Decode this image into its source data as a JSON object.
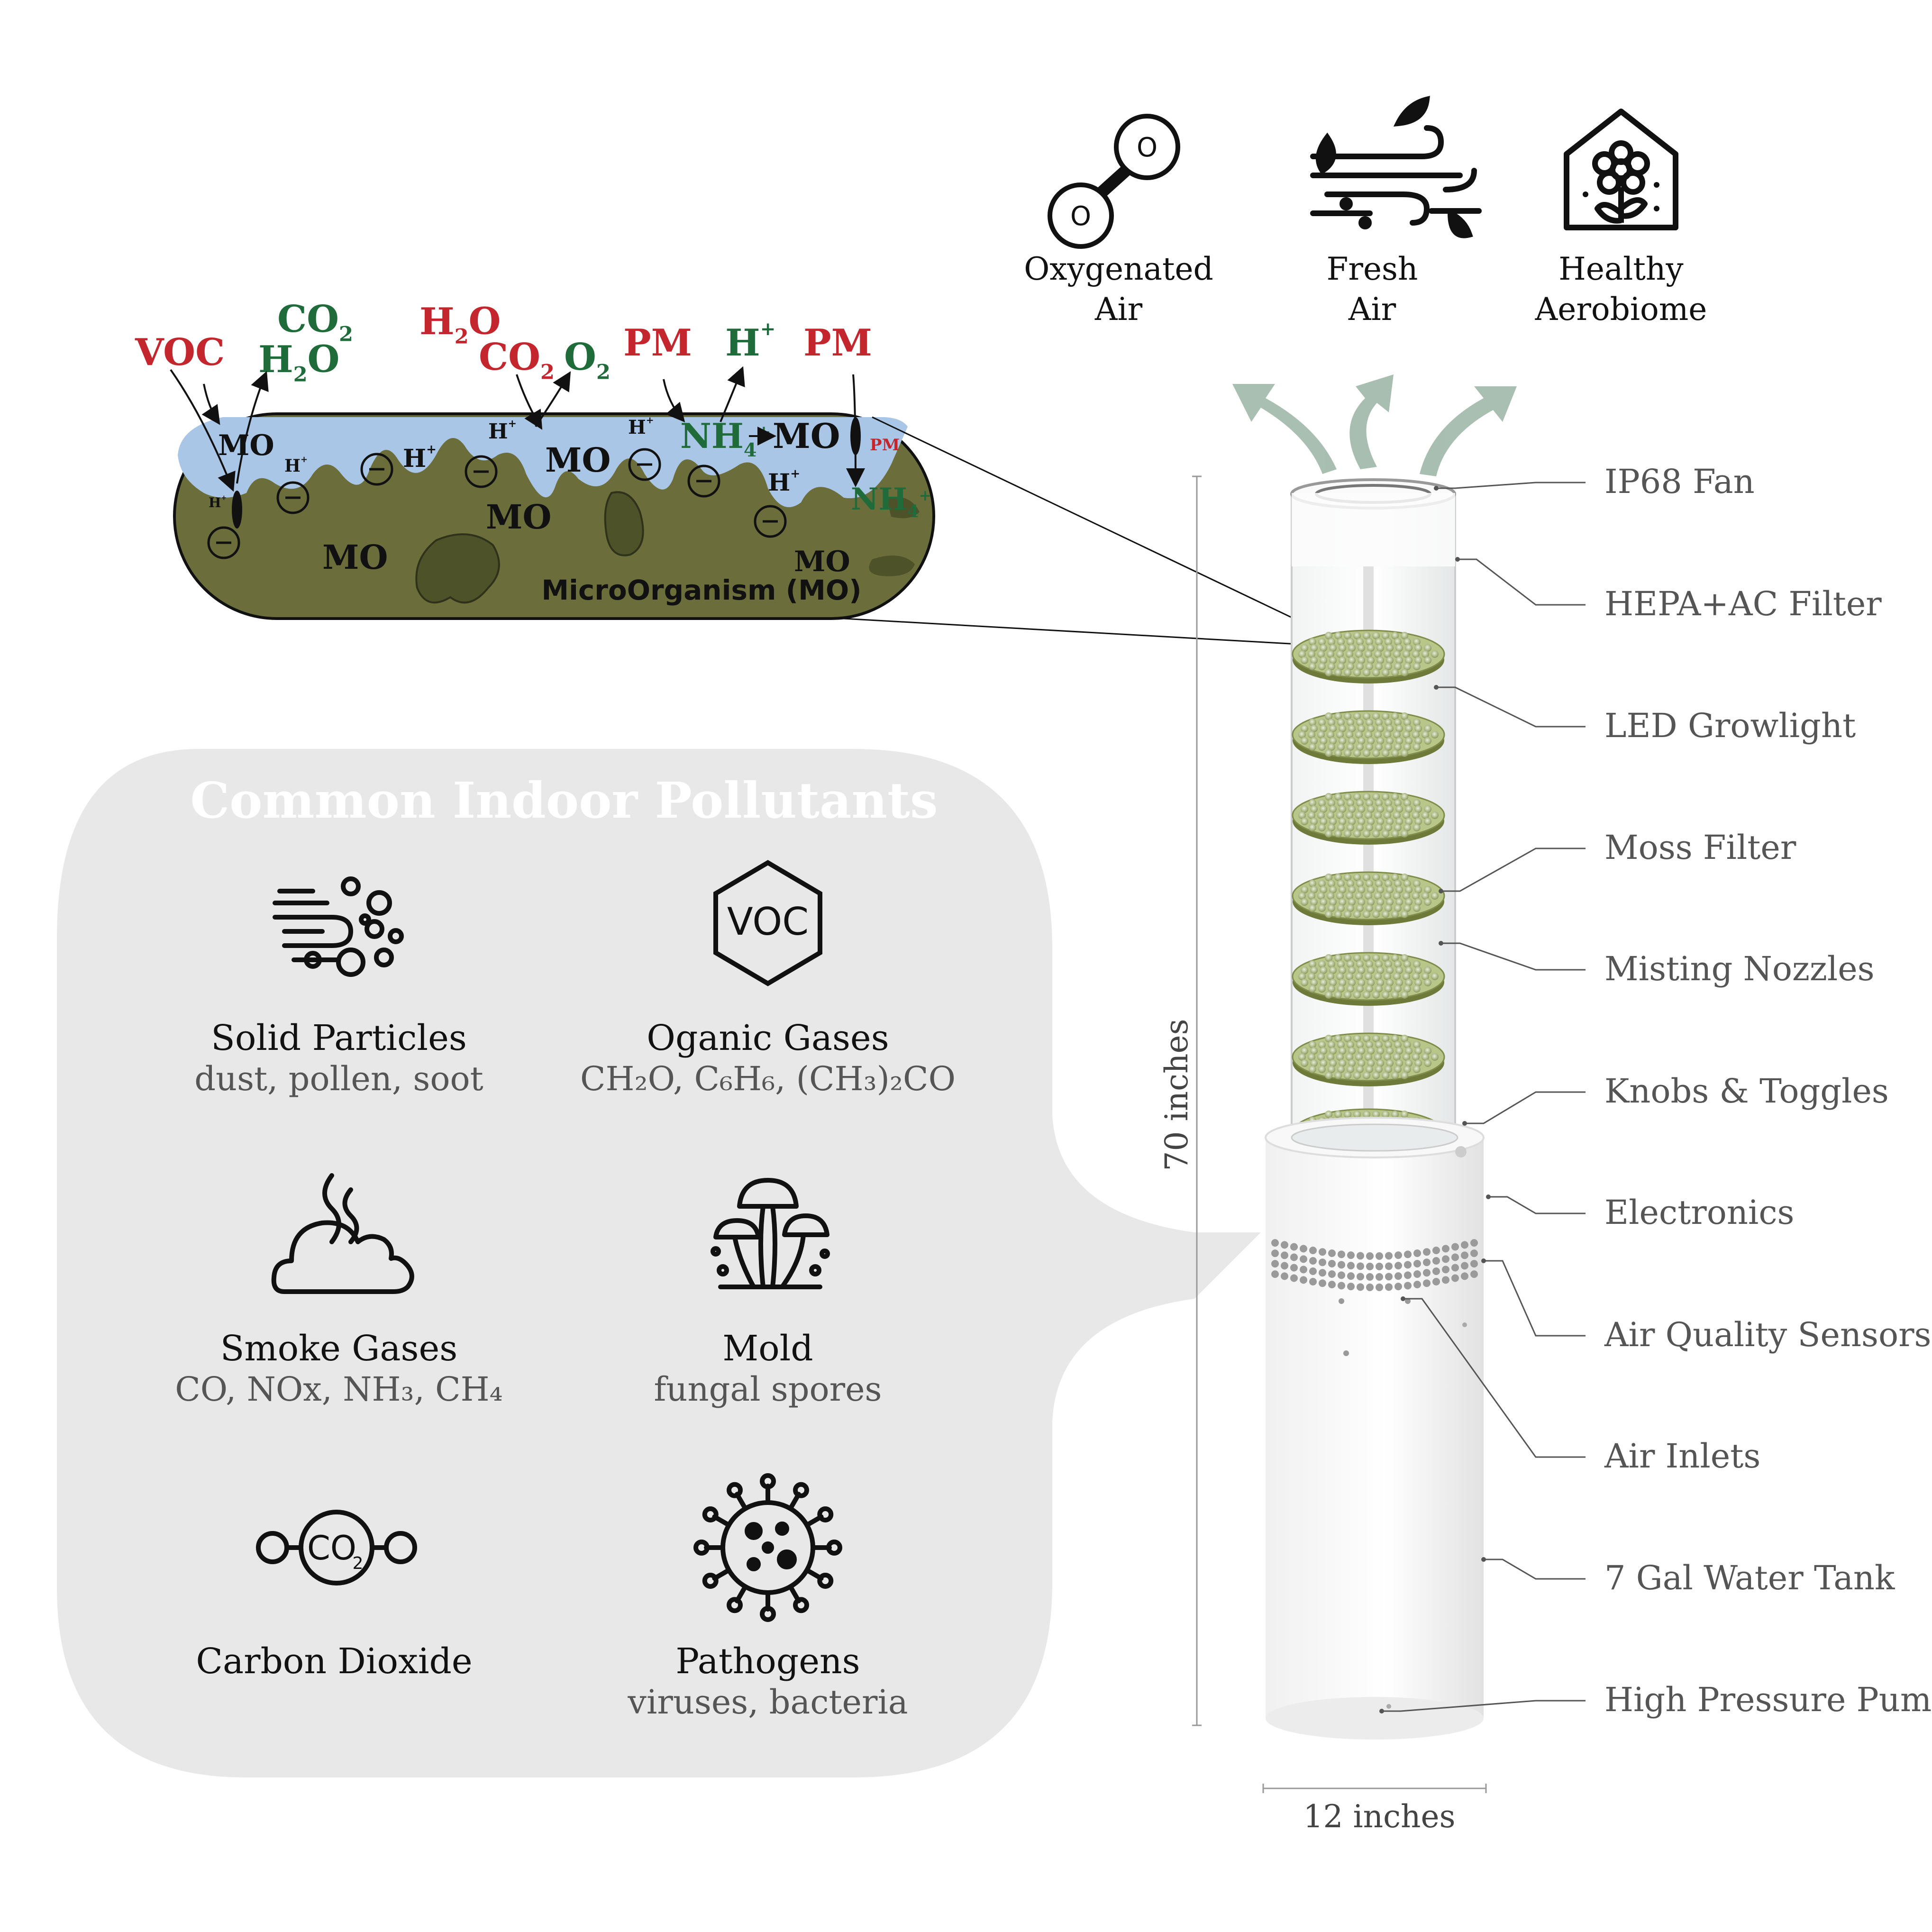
{
  "benefits": [
    {
      "icon": "oxygen-molecule-icon",
      "line1": "Oxygenated",
      "line2": "Air"
    },
    {
      "icon": "fresh-air-icon",
      "line1": "Fresh",
      "line2": "Air"
    },
    {
      "icon": "healthy-home-icon",
      "line1": "Healthy",
      "line2": "Aerobiome"
    }
  ],
  "biofilm": {
    "caption": "MicroOrganism (MO)",
    "mo": "MO",
    "h": "H",
    "plus": "+",
    "species": {
      "voc": "VOC",
      "co2": "CO",
      "h2o": "H",
      "o": "O",
      "o2": "O",
      "pm": "PM",
      "nh4": "NH",
      "sub2": "2",
      "sub4": "4"
    },
    "colors": {
      "red": "#c4262e",
      "green": "#1f6b3a",
      "water": "#a9c6e6",
      "moss": "#6b6e3a",
      "moss_dark": "#4e5229"
    }
  },
  "pollutants": {
    "title": "Common Indoor Pollutants",
    "items": [
      {
        "icon": "particles-icon",
        "name": "Solid Particles",
        "detail": "dust, pollen, soot"
      },
      {
        "icon": "voc-hexagon-icon",
        "icon_text": "VOC",
        "name": "Oganic Gases",
        "detail": "CH₂O, C₆H₆, (CH₃)₂CO"
      },
      {
        "icon": "smoke-cloud-icon",
        "name": "Smoke Gases",
        "detail": "CO, NOx, NH₃, CH₄"
      },
      {
        "icon": "mushroom-icon",
        "name": "Mold",
        "detail": "fungal spores"
      },
      {
        "icon": "co2-molecule-icon",
        "icon_text": "CO",
        "icon_sub": "2",
        "name": "Carbon Dioxide",
        "detail": ""
      },
      {
        "icon": "virus-icon",
        "name": "Pathogens",
        "detail": "viruses, bacteria"
      }
    ]
  },
  "device": {
    "height_label": "70 inches",
    "width_label": "12 inches",
    "components": [
      "IP68 Fan",
      "HEPA+AC Filter",
      "LED Growlight",
      "Moss Filter",
      "Misting Nozzles",
      "Knobs & Toggles",
      "Electronics",
      "Air Quality Sensors",
      "Air Inlets",
      "7 Gal Water Tank",
      "High Pressure Pump"
    ]
  }
}
